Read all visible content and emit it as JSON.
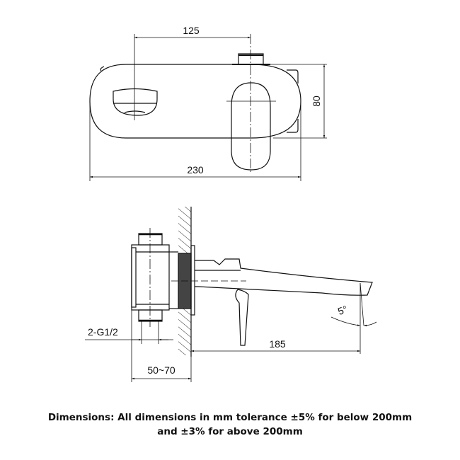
{
  "front_view": {
    "dim_center_distance": "125",
    "dim_overall_width": "230",
    "dim_height": "80"
  },
  "side_view": {
    "dim_connection": "2-G1/2",
    "dim_wall_depth": "50~70",
    "dim_spout_projection": "185",
    "dim_spout_angle": "5°"
  },
  "caption": {
    "line1": "Dimensions: All dimensions in mm tolerance ±5% for below 200mm",
    "line2": "and ±3% for above 200mm"
  },
  "colors": {
    "line": "#111111",
    "background": "#ffffff"
  }
}
